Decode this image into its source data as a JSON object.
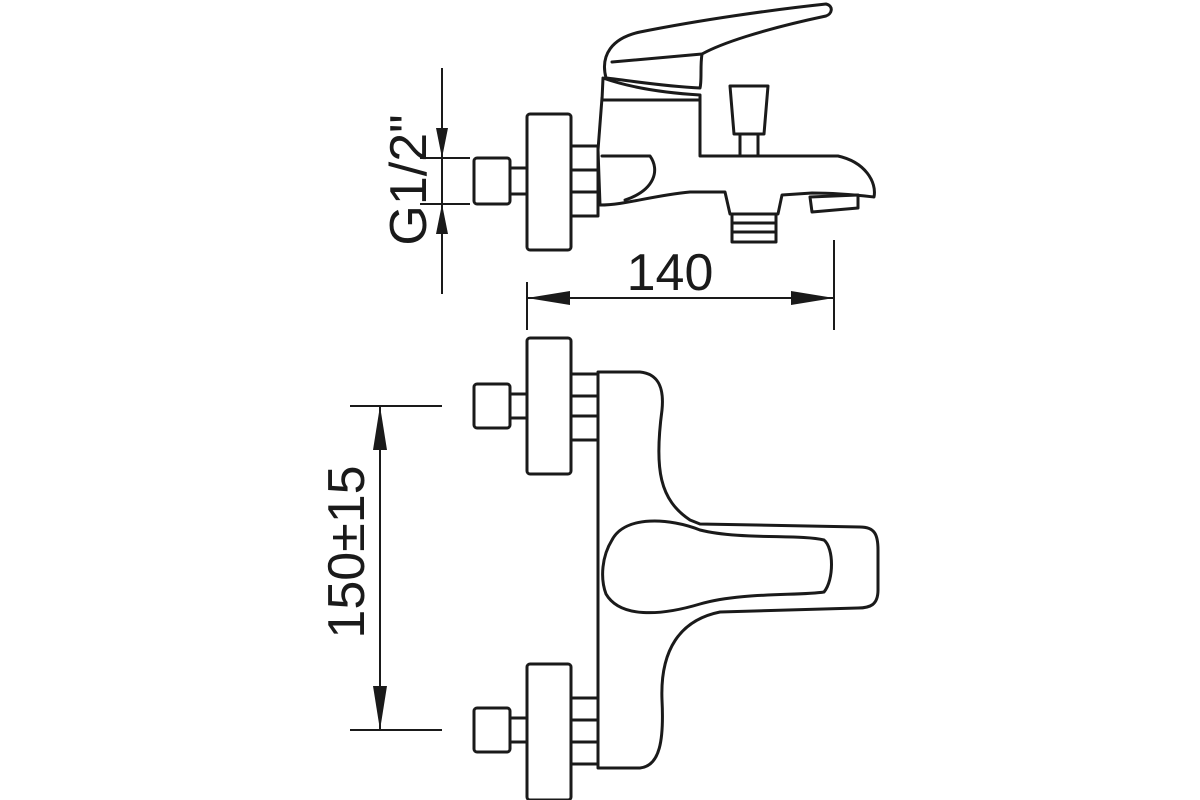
{
  "dimensions": {
    "thread": "G1/2\"",
    "width": "140",
    "spacing": "150±15"
  },
  "colors": {
    "line": "#1a1a1a",
    "background": "#ffffff"
  }
}
